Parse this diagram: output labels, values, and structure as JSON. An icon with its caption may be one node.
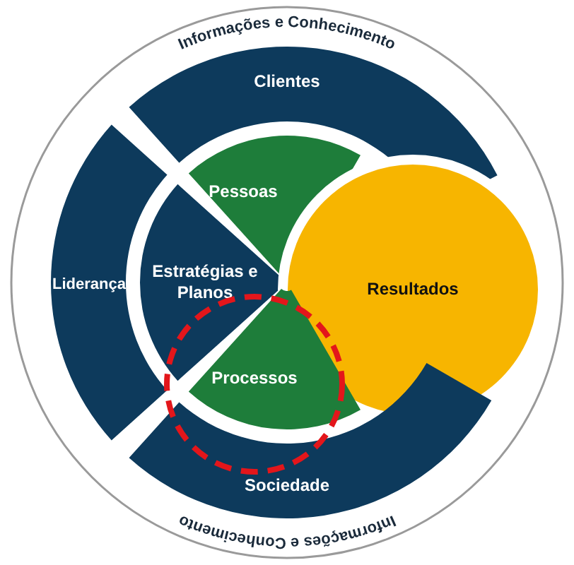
{
  "diagram": {
    "nodes": [
      {
        "text": [
          "Informações e Conhecimento",
          "Informações e Conhecimento"
        ]
      },
      {
        "text": [
          "Clientes"
        ],
        "in": 0
      },
      {
        "text": [
          "Pessoas"
        ],
        "in": 0
      },
      {
        "text": [
          "Liderança"
        ],
        "in": 0
      },
      {
        "text": [
          "Estratégias e Planos"
        ],
        "in": 0
      },
      {
        "text": [
          "Resultados"
        ],
        "in": 0
      },
      {
        "text": [
          "Processos"
        ],
        "in": 0
      },
      {
        "text": [
          "Sociedade"
        ],
        "in": 0
      },
      {
        "text": [],
        "shape": "circle",
        "in": 0
      }
    ]
  }
}
